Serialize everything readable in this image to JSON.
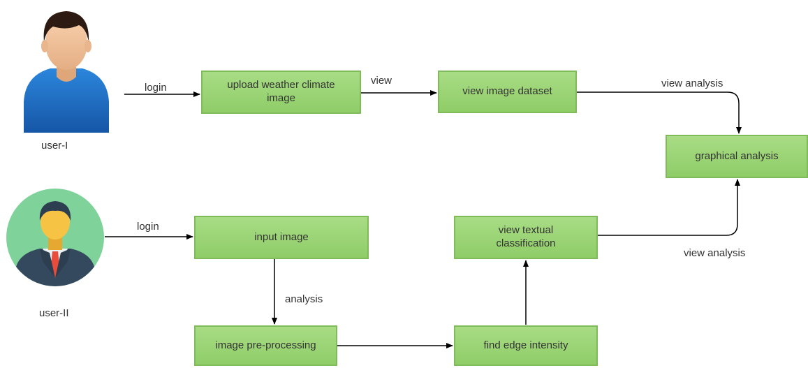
{
  "users": [
    {
      "label": "user-I"
    },
    {
      "label": "user-II"
    }
  ],
  "boxes": {
    "upload": "upload weather climate\nimage",
    "view_dataset": "view image dataset",
    "graphical": "graphical analysis",
    "input_image": "input image",
    "view_textual": "view textual\nclassification",
    "preprocessing": "image pre-processing",
    "edge": "find edge intensity"
  },
  "edges": {
    "login_1": "login",
    "view": "view",
    "view_analysis_1": "view analysis",
    "login_2": "login",
    "analysis": "analysis",
    "view_analysis_2": "view analysis"
  },
  "colors": {
    "box_fill": "#96d26f",
    "box_border": "#7fbc59",
    "arrow": "#000000",
    "user1_shirt": "#1f6fc0",
    "user2_background": "#7fd39a",
    "user2_suit": "#34495e",
    "user2_tie": "#e74c3c"
  }
}
